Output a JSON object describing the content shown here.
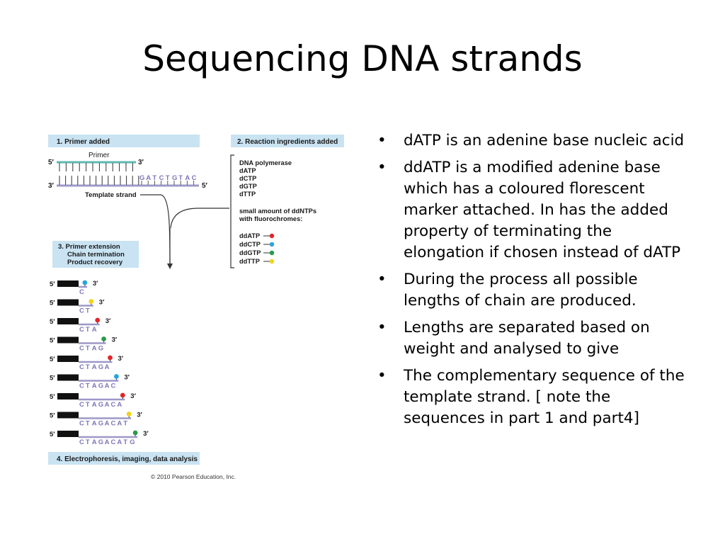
{
  "slide": {
    "title": "Sequencing DNA strands"
  },
  "bullets": [
    "dATP is an adenine base nucleic acid",
    "ddATP is a modified adenine base which has a coloured florescent marker attached. In has the added property of terminating the elongation if chosen instead of dATP",
    "During the process all possible lengths of chain are produced.",
    "Lengths are separated based on weight and analysed to give",
    "The complementary sequence of the template strand. [ note the sequences in part 1 and part4]"
  ],
  "bullet_symbol": "•",
  "figure": {
    "step1_label": "1. Primer added",
    "step2_label": "2. Reaction ingredients added",
    "step3_label": [
      "3. Primer extension",
      "Chain termination",
      "Product recovery"
    ],
    "step4_label": "4. Electrophoresis, imaging, data analysis",
    "primer_label": "Primer",
    "template_label": "Template strand",
    "template_sequence": [
      "G",
      "A",
      "T",
      "C",
      "T",
      "G",
      "T",
      "A",
      "C"
    ],
    "five_prime": "5′",
    "three_prime": "3′",
    "ingredients": [
      "DNA polymerase",
      "dATP",
      "dCTP",
      "dGTP",
      "dTTP"
    ],
    "ddntp_heading": [
      "small amount of ddNTPs",
      "with fluorochromes:"
    ],
    "ddntps": [
      {
        "name": "ddATP",
        "color": "#e0262b"
      },
      {
        "name": "ddCTP",
        "color": "#2ba3dc"
      },
      {
        "name": "ddGTP",
        "color": "#2a9a4a"
      },
      {
        "name": "ddTTP",
        "color": "#f2d21b"
      }
    ],
    "fragments": [
      "C",
      "CT",
      "CTA",
      "CTAG",
      "CTAGA",
      "CTAGAC",
      "CTAGACA",
      "CTAGACAT",
      "CTAGACATG"
    ],
    "base_colors": {
      "A": "#e0262b",
      "C": "#2ba3dc",
      "G": "#2a9a4a",
      "T": "#f2d21b"
    },
    "label_bg": "#c9e3f2",
    "primer_color": "#5fb8b0",
    "template_color": "#9d98c8",
    "copyright": "© 2010 Pearson Education, Inc."
  }
}
